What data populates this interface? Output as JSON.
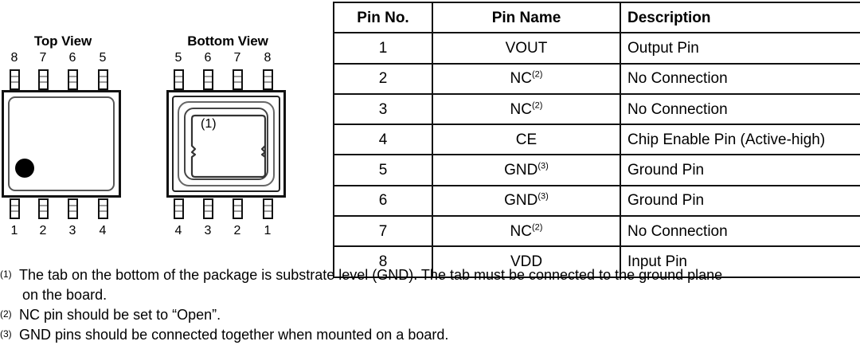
{
  "packages": {
    "top_view": {
      "title": "Top View",
      "top_pins": [
        "8",
        "7",
        "6",
        "5"
      ],
      "bottom_pins": [
        "1",
        "2",
        "3",
        "4"
      ],
      "marker": "pin1-dot"
    },
    "bottom_view": {
      "title": "Bottom View",
      "top_pins": [
        "5",
        "6",
        "7",
        "8"
      ],
      "bottom_pins": [
        "4",
        "3",
        "2",
        "1"
      ],
      "tab_label": "(1)"
    }
  },
  "table": {
    "headers": [
      "Pin No.",
      "Pin Name",
      "Description"
    ],
    "rows": [
      {
        "no": "1",
        "name": "VOUT",
        "sup": "",
        "desc": "Output Pin"
      },
      {
        "no": "2",
        "name": "NC",
        "sup": "(2)",
        "desc": "No Connection"
      },
      {
        "no": "3",
        "name": "NC",
        "sup": "(2)",
        "desc": "No Connection"
      },
      {
        "no": "4",
        "name": "CE",
        "sup": "",
        "desc": "Chip Enable Pin (Active-high)"
      },
      {
        "no": "5",
        "name": "GND",
        "sup": "(3)",
        "desc": "Ground Pin"
      },
      {
        "no": "6",
        "name": "GND",
        "sup": "(3)",
        "desc": "Ground Pin"
      },
      {
        "no": "7",
        "name": "NC",
        "sup": "(2)",
        "desc": "No Connection"
      },
      {
        "no": "8",
        "name": "VDD",
        "sup": "",
        "desc": "Input Pin"
      }
    ]
  },
  "footnotes": [
    {
      "mark": "(1)",
      "line1": "The tab on the bottom of the package is substrate level (GND). The tab must be connected to the ground plane",
      "line2": "on the board."
    },
    {
      "mark": "(2)",
      "line1": "NC pin should be set to “Open”.",
      "line2": ""
    },
    {
      "mark": "(3)",
      "line1": "GND pins should be connected together when mounted on a board.",
      "line2": ""
    }
  ],
  "colors": {
    "line": "#111111",
    "line_light": "#666666",
    "background": "#ffffff"
  }
}
